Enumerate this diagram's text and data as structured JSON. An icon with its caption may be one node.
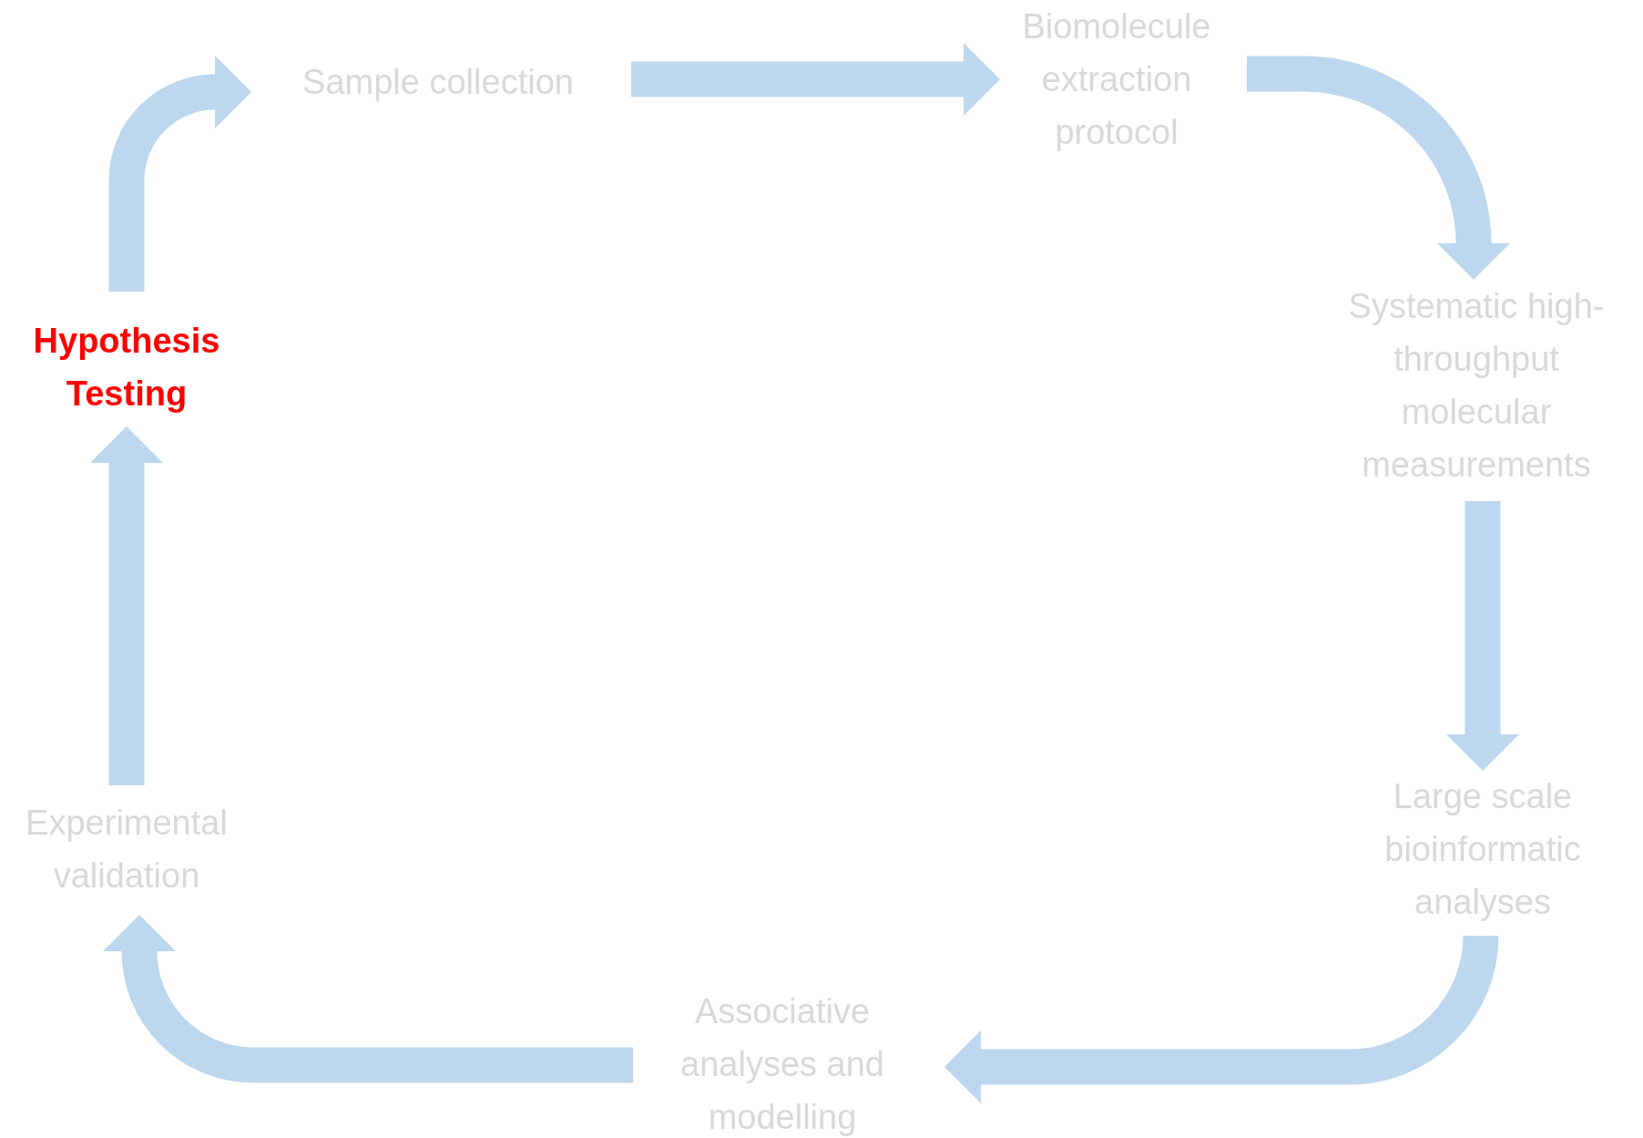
{
  "diagram": {
    "nodes": [
      {
        "text": [
          "Hypothesis Testing"
        ]
      },
      {
        "text": [
          "Sample collection"
        ]
      },
      {
        "text": [
          "Biomolecule extraction protocol"
        ]
      },
      {
        "text": [
          "Systematic high-throughput molecular measurements"
        ]
      },
      {
        "text": [
          "Large scale bioinformatic analyses"
        ]
      },
      {
        "text": [
          "Associative analyses and modelling"
        ]
      },
      {
        "text": [
          "Experimental validation"
        ]
      }
    ],
    "edges": [
      {
        "from": 0,
        "to": 1,
        "arrow": "to"
      },
      {
        "from": 1,
        "to": 2,
        "arrow": "to"
      },
      {
        "from": 2,
        "to": 3,
        "arrow": "to"
      },
      {
        "from": 3,
        "to": 4,
        "arrow": "to"
      },
      {
        "from": 4,
        "to": 5,
        "arrow": "to"
      },
      {
        "from": 5,
        "to": 6,
        "arrow": "to"
      },
      {
        "from": 6,
        "to": 0,
        "arrow": "to"
      }
    ]
  }
}
